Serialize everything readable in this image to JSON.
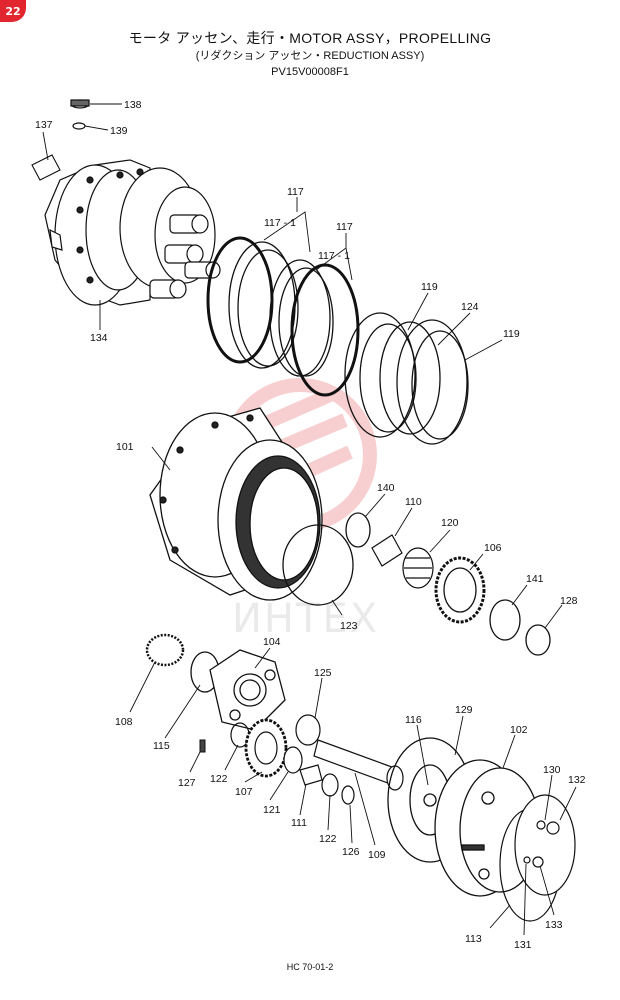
{
  "page_index": "22",
  "title_line1": "モータ アッセン、走行・MOTOR ASSY，PROPELLING",
  "title_line2": "(リダクション アッセン・REDUCTION ASSY)",
  "model_code": "PV15V00008F1",
  "watermark_text": "ИНТЕХ",
  "footer_code": "HC 70-01-2",
  "accent_color": "#e2262f",
  "callouts": [
    {
      "id": "c138",
      "label": "138"
    },
    {
      "id": "c139",
      "label": "139"
    },
    {
      "id": "c137",
      "label": "137"
    },
    {
      "id": "c117a",
      "label": "117"
    },
    {
      "id": "c117-1a",
      "label": "117 - 1"
    },
    {
      "id": "c117b",
      "label": "117"
    },
    {
      "id": "c117-1b",
      "label": "117 - 1"
    },
    {
      "id": "c134",
      "label": "134"
    },
    {
      "id": "c119a",
      "label": "119"
    },
    {
      "id": "c124",
      "label": "124"
    },
    {
      "id": "c119b",
      "label": "119"
    },
    {
      "id": "c101",
      "label": "101"
    },
    {
      "id": "c140",
      "label": "140"
    },
    {
      "id": "c110",
      "label": "110"
    },
    {
      "id": "c120",
      "label": "120"
    },
    {
      "id": "c106",
      "label": "106"
    },
    {
      "id": "c141",
      "label": "141"
    },
    {
      "id": "c128",
      "label": "128"
    },
    {
      "id": "c123",
      "label": "123"
    },
    {
      "id": "c104",
      "label": "104"
    },
    {
      "id": "c125",
      "label": "125"
    },
    {
      "id": "c108",
      "label": "108"
    },
    {
      "id": "c116",
      "label": "116"
    },
    {
      "id": "c129",
      "label": "129"
    },
    {
      "id": "c102",
      "label": "102"
    },
    {
      "id": "c115",
      "label": "115"
    },
    {
      "id": "c127",
      "label": "127"
    },
    {
      "id": "c122a",
      "label": "122"
    },
    {
      "id": "c107",
      "label": "107"
    },
    {
      "id": "c121",
      "label": "121"
    },
    {
      "id": "c111",
      "label": "111"
    },
    {
      "id": "c122b",
      "label": "122"
    },
    {
      "id": "c126",
      "label": "126"
    },
    {
      "id": "c109",
      "label": "109"
    },
    {
      "id": "c130",
      "label": "130"
    },
    {
      "id": "c132",
      "label": "132"
    },
    {
      "id": "c133",
      "label": "133"
    },
    {
      "id": "c113",
      "label": "113"
    },
    {
      "id": "c131",
      "label": "131"
    }
  ]
}
